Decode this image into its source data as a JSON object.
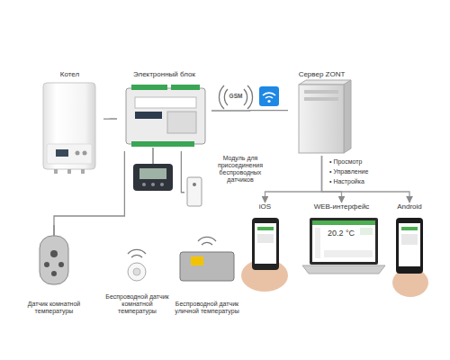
{
  "diagram": {
    "nodes": [
      {
        "text": [
          "Котел"
        ]
      },
      {
        "text": [
          "Электронный блок"
        ]
      },
      {
        "text": [
          "Сервер ZONT"
        ]
      },
      {
        "text": [
          "Модуль для присоединения беспроводных датчиков"
        ]
      },
      {
        "text": [
          "Датчик комнатной температуры"
        ]
      },
      {
        "text": [
          "Беспроводной датчик комнатной температуры"
        ]
      },
      {
        "text": [
          "Беспроводной датчик уличной температуры"
        ]
      },
      {
        "text": [
          "iOS"
        ]
      },
      {
        "text": [
          "WEB-интерфейс"
        ]
      },
      {
        "text": [
          "Android"
        ]
      }
    ],
    "edges": [
      {
        "from": 0,
        "to": 1,
        "arrow": "none"
      },
      {
        "from": 1,
        "to": 2,
        "arrow": "none"
      },
      {
        "from": 1,
        "to": 4,
        "arrow": "none"
      },
      {
        "from": 1,
        "to": 3,
        "arrow": "none"
      },
      {
        "from": 2,
        "to": 7,
        "arrow": "to"
      },
      {
        "from": 2,
        "to": 8,
        "arrow": "to"
      },
      {
        "from": 2,
        "to": 9,
        "arrow": "to"
      }
    ],
    "labels": [
      "GSM",
      "• Просмотр",
      "• Управление",
      "• Настройка",
      "20.2 °C"
    ]
  }
}
